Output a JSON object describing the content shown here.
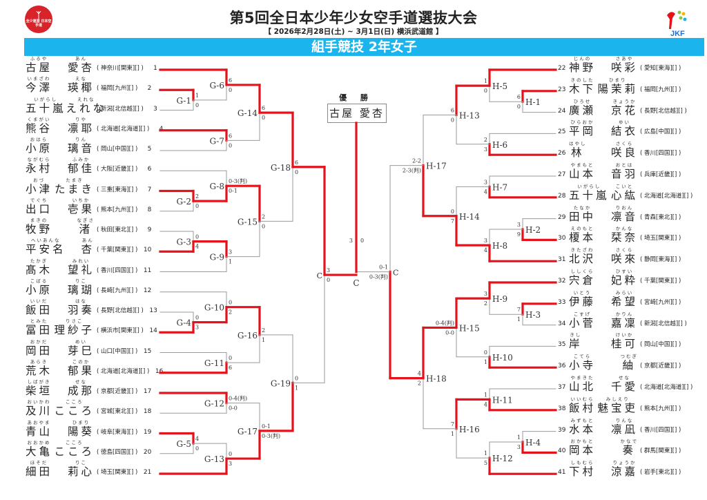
{
  "header": {
    "title": "第5回全日本少年少女空手道選抜大会",
    "subtitle": "【 2026年2月28日(土) ~ 3月1日(日) 横浜武道館 】",
    "category": "組手競技 2年女子",
    "logo_left_text": "全少連盟 日本空手道",
    "logo_right_text": "JKF"
  },
  "champion": {
    "label": "優 勝",
    "name": "古屋 愛杏"
  },
  "colors": {
    "winner_line": "#e3121b",
    "loser_line": "#9a9a9a",
    "banner": "#1cb4ec"
  },
  "players": [
    {
      "no": "1",
      "family": "古屋",
      "given": "愛杏",
      "rf": "ふるや",
      "rg": "あん",
      "aff": "( 神奈川[関東][] )"
    },
    {
      "no": "2",
      "family": "今澤",
      "given": "瑛椰",
      "rf": "いまざわ",
      "rg": "えな",
      "aff": "( 福岡[九州][] )"
    },
    {
      "no": "3",
      "family": "五十嵐",
      "given": "えれな",
      "rf": "いがらし",
      "rg": "えれな",
      "aff": "( 新潟[北信越][] )"
    },
    {
      "no": "4",
      "family": "熊谷",
      "given": "凛耶",
      "rf": "くまがい",
      "rg": "りや",
      "aff": "( 北海道[北海道][] )"
    },
    {
      "no": "5",
      "family": "小原",
      "given": "璃音",
      "rf": "おはら",
      "rg": "りん",
      "aff": "( 岡山[中国][] )"
    },
    {
      "no": "6",
      "family": "永村",
      "given": "郁佳",
      "rf": "ながむら",
      "rg": "ふみか",
      "aff": "( 大阪[近畿][] )"
    },
    {
      "no": "7",
      "family": "小津",
      "given": "たまき",
      "rf": "おづ",
      "rg": "たまき",
      "aff": "( 三重[東海][] )"
    },
    {
      "no": "8",
      "family": "出口",
      "given": "壱果",
      "rf": "でぐち",
      "rg": "いちか",
      "aff": "( 熊本[九州][] )"
    },
    {
      "no": "9",
      "family": "牧野",
      "given": "渚",
      "rf": "まきの",
      "rg": "なぎさ",
      "aff": "( 秋田[東北][] )"
    },
    {
      "no": "10",
      "family": "平安名",
      "given": "杏",
      "rf": "へいあんな",
      "rg": "あん",
      "aff": "( 千葉[関東][] )"
    },
    {
      "no": "11",
      "family": "髙木",
      "given": "望礼",
      "rf": "たかぎ",
      "rg": "みれい",
      "aff": "( 香川[四国][] )"
    },
    {
      "no": "12",
      "family": "小原",
      "given": "璃瑚",
      "rf": "こばる",
      "rg": "りこ",
      "aff": "( 長崎[九州][] )"
    },
    {
      "no": "13",
      "family": "飯田",
      "given": "羽奏",
      "rf": "いいだ",
      "rg": "はな",
      "aff": "( 長野[北信越][] )"
    },
    {
      "no": "14",
      "family": "冨田",
      "given": "理紗子",
      "rf": "とみた",
      "rg": "りさこ",
      "aff": "( 横浜市[関東][] )"
    },
    {
      "no": "15",
      "family": "岡田",
      "given": "芽巳",
      "rf": "おかだ",
      "rg": "めい",
      "aff": "( 山口[中国][] )"
    },
    {
      "no": "16",
      "family": "荒木",
      "given": "郁果",
      "rf": "あらき",
      "rg": "このか",
      "aff": "( 北海道[北海道][] )"
    },
    {
      "no": "17",
      "family": "柴垣",
      "given": "成那",
      "rf": "しばがき",
      "rg": "せな",
      "aff": "( 京都[近畿][] )"
    },
    {
      "no": "18",
      "family": "及川",
      "given": "こころ",
      "rf": "おいかわ",
      "rg": "こころ",
      "aff": "( 宮城[東北][] )"
    },
    {
      "no": "19",
      "family": "青山",
      "given": "陽葵",
      "rf": "あおやま",
      "rg": "ひまり",
      "aff": "( 岐阜[東海][] )"
    },
    {
      "no": "20",
      "family": "大亀",
      "given": "こころ",
      "rf": "おおかめ",
      "rg": "こころ",
      "aff": "( 徳島[四国][] )"
    },
    {
      "no": "21",
      "family": "細田",
      "given": "莉心",
      "rf": "ほそだ",
      "rg": "りこ",
      "aff": "( 埼玉[関東][] )"
    },
    {
      "no": "22",
      "family": "神野",
      "given": "咲彩",
      "rf": "じんの",
      "rg": "さあや",
      "aff": "( 愛知[東海][] )"
    },
    {
      "no": "23",
      "family": "木下",
      "given": "陽茉莉",
      "rf": "きのした",
      "rg": "ひまり",
      "aff": "( 福岡[九州][] )"
    },
    {
      "no": "24",
      "family": "廣瀬",
      "given": "京花",
      "rf": "ひろせ",
      "rg": "きょうか",
      "aff": "( 長野[北信越][] )"
    },
    {
      "no": "25",
      "family": "平岡",
      "given": "結衣",
      "rf": "ひらおか",
      "rg": "ゆい",
      "aff": "( 広島[中国][] )"
    },
    {
      "no": "26",
      "family": "林",
      "given": "咲良",
      "rf": "はやし",
      "rg": "さくら",
      "aff": "( 香川[四国][] )"
    },
    {
      "no": "27",
      "family": "山本",
      "given": "音羽",
      "rf": "やまもと",
      "rg": "おとは",
      "aff": "( 兵庫[近畿][] )"
    },
    {
      "no": "28",
      "family": "五十嵐",
      "given": "心紘",
      "rf": "いがらし",
      "rg": "こいと",
      "aff": "( 北海道[北海道][] )"
    },
    {
      "no": "29",
      "family": "田中",
      "given": "凛音",
      "rf": "たなか",
      "rg": "りおん",
      "aff": "( 青森[東北][] )"
    },
    {
      "no": "30",
      "family": "榎本",
      "given": "栞奈",
      "rf": "えのもと",
      "rg": "かんな",
      "aff": "( 埼玉[関東][] )"
    },
    {
      "no": "31",
      "family": "北沢",
      "given": "咲來",
      "rf": "きたざわ",
      "rg": "さくら",
      "aff": "( 静岡[東海][] )"
    },
    {
      "no": "32",
      "family": "宍倉",
      "given": "妃粋",
      "rf": "ししくら",
      "rg": "ひすい",
      "aff": "( 千葉[関東][] )"
    },
    {
      "no": "33",
      "family": "伊藤",
      "given": "希望",
      "rf": "いとう",
      "rg": "みらい",
      "aff": "( 宮崎[九州][] )"
    },
    {
      "no": "34",
      "family": "小菅",
      "given": "嘉凜",
      "rf": "こすげ",
      "rg": "かりん",
      "aff": "( 新潟[北信越][] )"
    },
    {
      "no": "35",
      "family": "岸",
      "given": "桂可",
      "rf": "きし",
      "rg": "けいか",
      "aff": "( 岡山[中国][] )"
    },
    {
      "no": "36",
      "family": "小寺",
      "given": "紬",
      "rf": "こてら",
      "rg": "つむぎ",
      "aff": "( 京都[近畿][] )"
    },
    {
      "no": "37",
      "family": "山北",
      "given": "千愛",
      "rf": "やまきた",
      "rg": "せな",
      "aff": "( 北海道[北海道][] )"
    },
    {
      "no": "38",
      "family": "飯村",
      "given": "魅宝吏",
      "rf": "いいむら",
      "rg": "みしえり",
      "aff": "( 熊本[九州][] )"
    },
    {
      "no": "39",
      "family": "水本",
      "given": "凛凪",
      "rf": "みずもと",
      "rg": "りんな",
      "aff": "( 香川[四国][] )"
    },
    {
      "no": "40",
      "family": "岡本",
      "given": "奏",
      "rf": "おかもと",
      "rg": "かなで",
      "aff": "( 群馬[関東][] )"
    },
    {
      "no": "41",
      "family": "下村",
      "given": "涼嘉",
      "rf": "しもむら",
      "rg": "りょうか",
      "aff": "( 岩手[東北][] )"
    }
  ],
  "matches": [
    {
      "id": "G-1",
      "top": "1",
      "bottom": "0",
      "winner": "top"
    },
    {
      "id": "G-2",
      "top": "2",
      "bottom": "0",
      "winner": "top"
    },
    {
      "id": "G-3",
      "top": "0",
      "bottom": "4",
      "winner": "bottom"
    },
    {
      "id": "G-4",
      "top": "0",
      "bottom": "3",
      "winner": "bottom"
    },
    {
      "id": "G-5",
      "top": "4",
      "bottom": "0",
      "winner": "top"
    },
    {
      "id": "G-6",
      "top": "6",
      "bottom": "0",
      "winner": "top"
    },
    {
      "id": "G-7",
      "top": "6",
      "bottom": "0",
      "winner": "top"
    },
    {
      "id": "G-8",
      "top": "0-3(判)",
      "bottom": "0-1",
      "winner": "bottom"
    },
    {
      "id": "G-9",
      "top": "3",
      "bottom": "1",
      "winner": "top"
    },
    {
      "id": "G-10",
      "top": "0",
      "bottom": "2",
      "winner": "bottom"
    },
    {
      "id": "G-11",
      "top": "0",
      "bottom": "6",
      "winner": "bottom"
    },
    {
      "id": "G-12",
      "top": "0-4(判)",
      "bottom": "0-0",
      "winner": "top"
    },
    {
      "id": "G-13",
      "top": "0",
      "bottom": "3",
      "winner": "bottom"
    },
    {
      "id": "G-14",
      "top": "6",
      "bottom": "0",
      "winner": "top"
    },
    {
      "id": "G-15",
      "top": "2",
      "bottom": "0",
      "winner": "top"
    },
    {
      "id": "G-16",
      "top": "2",
      "bottom": "1",
      "winner": "top"
    },
    {
      "id": "G-17",
      "top": "0-1",
      "bottom": "0-3(判)",
      "winner": "bottom"
    },
    {
      "id": "G-18",
      "top": "6",
      "bottom": "0",
      "winner": "top"
    },
    {
      "id": "G-19",
      "top": "0",
      "bottom": "1",
      "winner": "bottom"
    },
    {
      "id": "C",
      "top": "3",
      "bottom": "0",
      "winner": "top"
    },
    {
      "id": "H-1",
      "top": "6",
      "bottom": "0",
      "winner": "top"
    },
    {
      "id": "H-2",
      "top": "3",
      "bottom": "9",
      "winner": "bottom"
    },
    {
      "id": "H-3",
      "top": "7",
      "bottom": "1",
      "winner": "top"
    },
    {
      "id": "H-4",
      "top": "1",
      "bottom": "3",
      "winner": "bottom"
    },
    {
      "id": "H-5",
      "top": "1",
      "bottom": "0",
      "winner": "top"
    },
    {
      "id": "H-6",
      "top": "2",
      "bottom": "3",
      "winner": "bottom"
    },
    {
      "id": "H-7",
      "top": "3",
      "bottom": "4",
      "winner": "bottom"
    },
    {
      "id": "H-8",
      "top": "3",
      "bottom": "4",
      "winner": "bottom"
    },
    {
      "id": "H-9",
      "top": "3",
      "bottom": "2",
      "winner": "top"
    },
    {
      "id": "H-10",
      "top": "0",
      "bottom": "1",
      "winner": "bottom"
    },
    {
      "id": "H-11",
      "top": "1",
      "bottom": "4",
      "winner": "bottom"
    },
    {
      "id": "H-12",
      "top": "1",
      "bottom": "5",
      "winner": "bottom"
    },
    {
      "id": "H-13",
      "top": "6",
      "bottom": "0",
      "winner": "top"
    },
    {
      "id": "H-14",
      "top": "0",
      "bottom": "7",
      "winner": "bottom"
    },
    {
      "id": "H-15",
      "top": "0-4(判)",
      "bottom": "0-0",
      "winner": "top"
    },
    {
      "id": "H-16",
      "top": "7",
      "bottom": "1",
      "winner": "top"
    },
    {
      "id": "H-17",
      "top": "2-2",
      "bottom": "2-3(判)",
      "winner": "bottom"
    },
    {
      "id": "H-18",
      "top": "4",
      "bottom": "2",
      "winner": "top"
    },
    {
      "id": "C",
      "top": "0-1",
      "bottom": "0-3(判)",
      "winner": "bottom"
    }
  ],
  "final": {
    "label": "C",
    "left_score": "3",
    "right_score": "0",
    "winner": "left"
  }
}
